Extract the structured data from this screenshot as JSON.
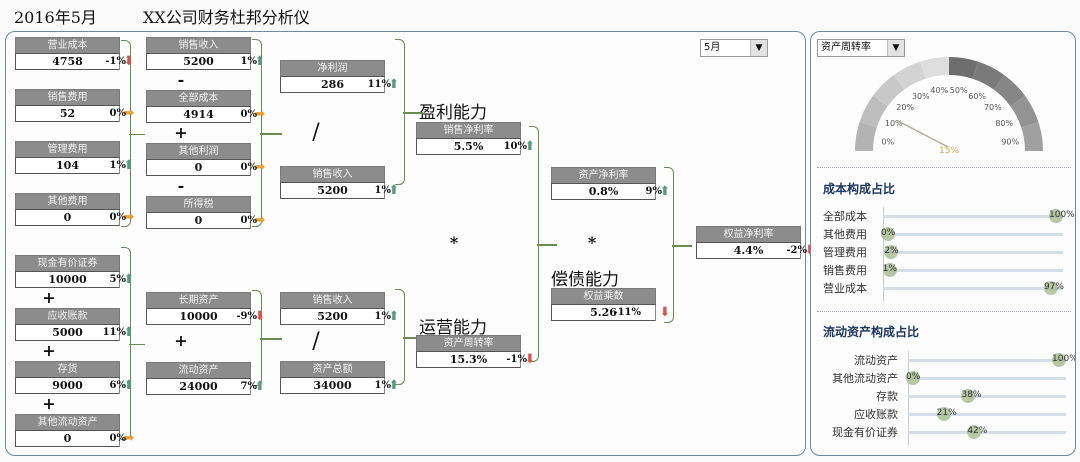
{
  "header": {
    "date": "2016年5月",
    "title": "XX公司财务杜邦分析仪"
  },
  "month_select": {
    "value": "5月"
  },
  "sections": {
    "profit": "盈利能力",
    "operation": "运营能力",
    "solvency": "偿债能力"
  },
  "operators": {
    "plus": "+",
    "minus": "-",
    "divide": "/",
    "multiply": "*"
  },
  "cost_items": [
    {
      "label": "营业成本",
      "value": "4758",
      "trend": "down",
      "change": "-1%"
    },
    {
      "label": "销售费用",
      "value": "52",
      "trend": "flat",
      "change": "0%"
    },
    {
      "label": "管理费用",
      "value": "104",
      "trend": "up",
      "change": "1%"
    },
    {
      "label": "其他费用",
      "value": "0",
      "trend": "flat",
      "change": "0%"
    }
  ],
  "profit_items": [
    {
      "label": "销售收入",
      "value": "5200",
      "trend": "up",
      "change": "1%"
    },
    {
      "label": "全部成本",
      "value": "4914",
      "trend": "flat",
      "change": "0%"
    },
    {
      "label": "其他利润",
      "value": "0",
      "trend": "flat",
      "change": "0%"
    },
    {
      "label": "所得税",
      "value": "0",
      "trend": "flat",
      "change": "0%"
    }
  ],
  "current_assets_items": [
    {
      "label": "现金有价证券",
      "value": "10000",
      "trend": "up",
      "change": "5%"
    },
    {
      "label": "应收账款",
      "value": "5000",
      "trend": "up",
      "change": "11%"
    },
    {
      "label": "存货",
      "value": "9000",
      "trend": "up",
      "change": "6%"
    },
    {
      "label": "其他流动资产",
      "value": "0",
      "trend": "flat",
      "change": "0%"
    }
  ],
  "asset_items": [
    {
      "label": "长期资产",
      "value": "10000",
      "trend": "down",
      "change": "-9%"
    },
    {
      "label": "流动资产",
      "value": "24000",
      "trend": "up",
      "change": "7%"
    }
  ],
  "net_profit": {
    "label": "净利润",
    "value": "286",
    "trend": "up",
    "change": "11%"
  },
  "sales_revenue_a": {
    "label": "销售收入",
    "value": "5200",
    "trend": "up",
    "change": "1%"
  },
  "sales_revenue_b": {
    "label": "销售收入",
    "value": "5200",
    "trend": "up",
    "change": "1%"
  },
  "total_assets": {
    "label": "资产总额",
    "value": "34000",
    "trend": "up",
    "change": "1%"
  },
  "net_margin": {
    "label": "销售净利率",
    "value": "5.5%",
    "trend": "up",
    "change": "10%"
  },
  "asset_turnover": {
    "label": "资产周转率",
    "value": "15.3%",
    "trend": "down",
    "change": "-1%"
  },
  "roa": {
    "label": "资产净利率",
    "value": "0.8%",
    "trend": "up",
    "change": "9%"
  },
  "equity_multiplier": {
    "label": "权益乘数",
    "value": "5.26",
    "trend": "down",
    "change": "-11%"
  },
  "roe": {
    "label": "权益净利率",
    "value": "4.4%",
    "trend": "down",
    "change": "-2%"
  },
  "icons": {
    "up": "⬆",
    "down": "⬇",
    "flat": "➡",
    "dropdown": "▼"
  },
  "colors": {
    "up": "#5a9a85",
    "down": "#d9534f",
    "flat": "#e5a23a",
    "bracket": "#6b8a55",
    "label_bg": "#8c8c8c",
    "panel_border": "#6f8aa3",
    "side_title": "#1f3660"
  },
  "gauge": {
    "select_value": "资产周转率",
    "value_percent": 15,
    "value_label": "15%",
    "tick_labels": [
      "0%",
      "10%",
      "20%",
      "30%",
      "40%",
      "50%",
      "60%",
      "70%",
      "80%",
      "90%"
    ]
  },
  "cost_composition": {
    "title": "成本构成占比",
    "items": [
      {
        "label": "全部成本",
        "percent": 100,
        "value_label": "100%"
      },
      {
        "label": "其他费用",
        "percent": 0,
        "value_label": "0%"
      },
      {
        "label": "管理费用",
        "percent": 2,
        "value_label": "2%"
      },
      {
        "label": "销售费用",
        "percent": 1,
        "value_label": "1%"
      },
      {
        "label": "营业成本",
        "percent": 97,
        "value_label": "97%"
      }
    ]
  },
  "current_assets_composition": {
    "title": "流动资产构成占比",
    "items": [
      {
        "label": "流动资产",
        "percent": 100,
        "value_label": "100%"
      },
      {
        "label": "其他流动资产",
        "percent": 0,
        "value_label": "0%"
      },
      {
        "label": "存款",
        "percent": 38,
        "value_label": "38%"
      },
      {
        "label": "应收账款",
        "percent": 21,
        "value_label": "21%"
      },
      {
        "label": "现金有价证券",
        "percent": 42,
        "value_label": "42%"
      }
    ]
  }
}
